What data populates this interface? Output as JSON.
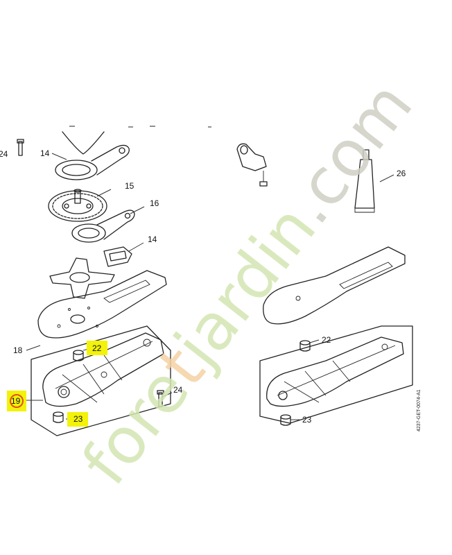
{
  "labels": {
    "l24a": "24",
    "l14a": "14",
    "l15": "15",
    "l16": "16",
    "l14b": "14",
    "l18": "18",
    "l22a": "22",
    "l19": "19",
    "l24b": "24",
    "l23a": "23",
    "l26": "26",
    "l22b": "22",
    "l23b": "23"
  },
  "drawing_code": "4237-GET-0074-A1",
  "watermark": {
    "part1": "fore",
    "part2": "t",
    "part3": "jardin",
    "part4": ".com"
  },
  "colors": {
    "highlight": "#f2f20a",
    "watermark_green": "#d4e6b2",
    "watermark_orange": "#f5d2a4",
    "watermark_grey": "#cfd0c4",
    "badge_ring": "#e0521c"
  }
}
